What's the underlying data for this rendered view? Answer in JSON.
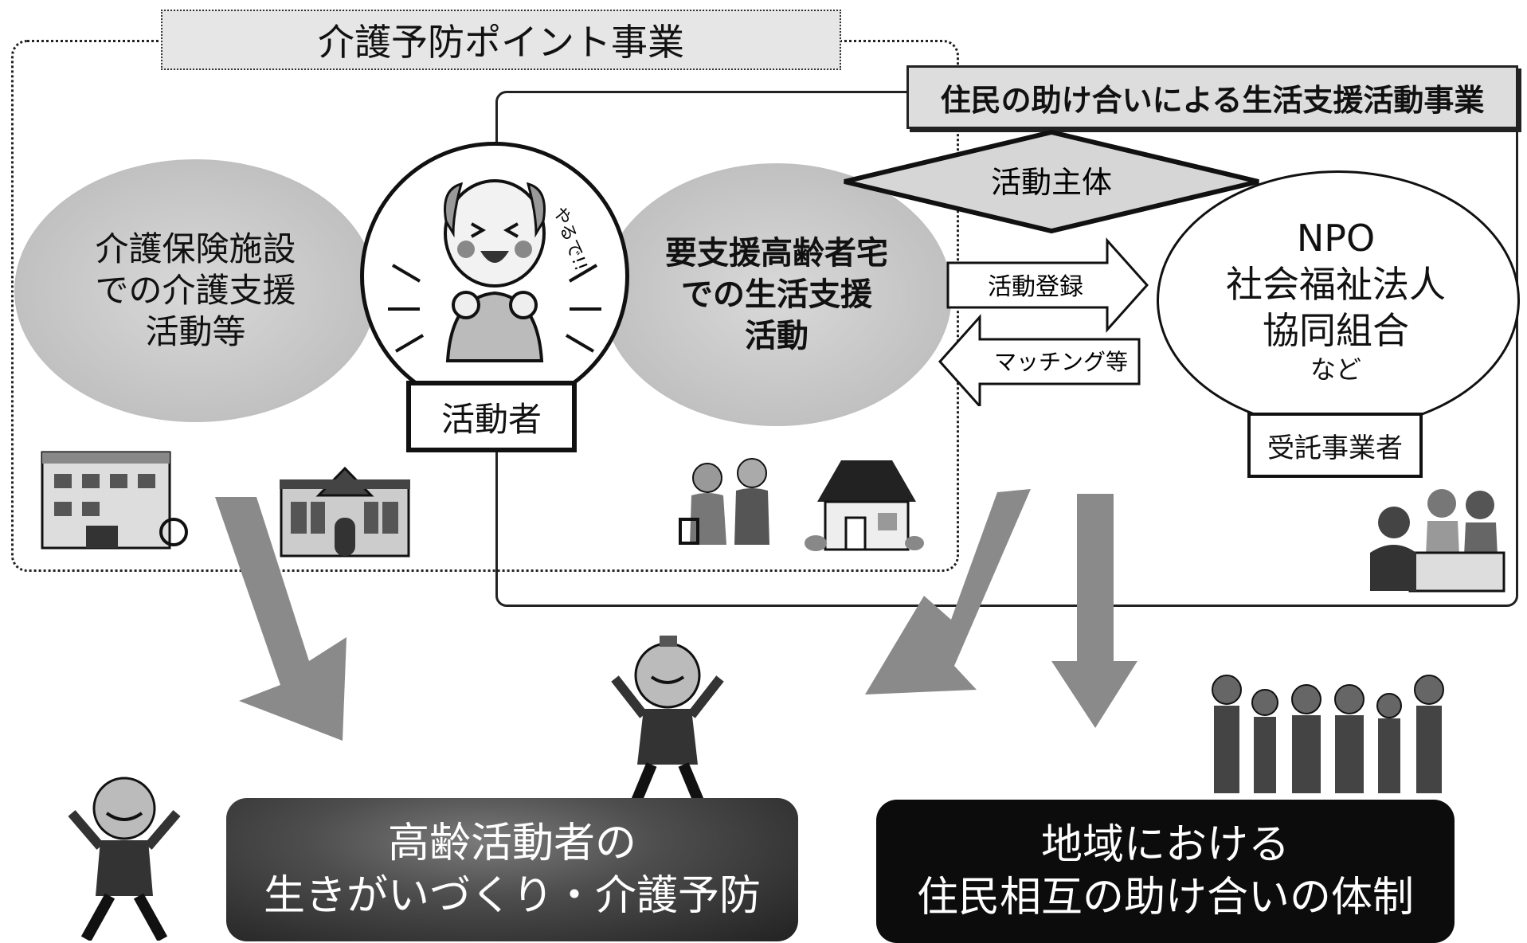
{
  "outer_program": {
    "title": "介護予防ポイント事業"
  },
  "inner_program": {
    "title": "住民の助け合いによる生活支援活動事業"
  },
  "left_activity": {
    "lines": [
      "介護保険施設",
      "での介護支援",
      "活動等"
    ]
  },
  "middle_activity": {
    "lines": [
      "要支援高齢者宅",
      "での生活支援",
      "活動"
    ]
  },
  "activist": {
    "label": "活動者",
    "speech": "やるで!!"
  },
  "activity_body": {
    "label": "活動主体"
  },
  "arrows": {
    "register": "活動登録",
    "matching": "マッチング等"
  },
  "organization": {
    "lines": [
      "NPO",
      "社会福祉法人",
      "協同組合"
    ],
    "suffix": "など",
    "badge": "受託事業者"
  },
  "outcomes": {
    "left": [
      "高齢活動者の",
      "生きがいづくり・介護予防"
    ],
    "right": [
      "地域における",
      "住民相互の助け合いの体制"
    ]
  },
  "icons": [
    "care-facility-icon",
    "church-building-icon",
    "elderly-couple-icon",
    "house-icon",
    "consultation-desk-icon",
    "cheering-elderly-man-icon",
    "happy-elderly-man-icon",
    "community-group-icon"
  ]
}
